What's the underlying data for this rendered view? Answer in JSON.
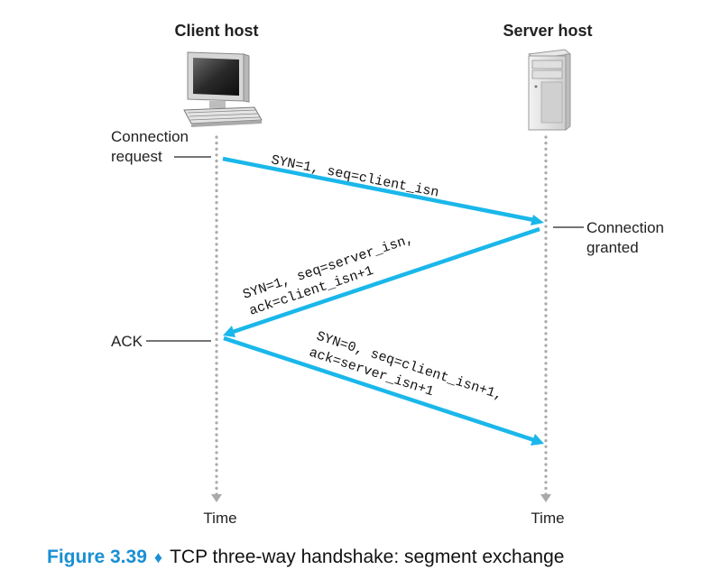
{
  "hosts": {
    "client_label": "Client host",
    "server_label": "Server host"
  },
  "annotations": {
    "connection_request_line1": "Connection",
    "connection_request_line2": "request",
    "connection_granted_line1": "Connection",
    "connection_granted_line2": "granted",
    "ack": "ACK"
  },
  "messages": {
    "syn": "SYN=1, seq=client_isn",
    "synack_line1": "SYN=1, seq=server_isn,",
    "synack_line2": "ack=client_isn+1",
    "ack_line1": "SYN=0, seq=client_isn+1,",
    "ack_line2": "ack=server_isn+1"
  },
  "time_labels": {
    "client": "Time",
    "server": "Time"
  },
  "caption": {
    "number": "Figure 3.39",
    "separator": "♦",
    "text": "TCP three-way handshake: segment exchange"
  },
  "colors": {
    "arrow": "#1ab7ea",
    "caption_accent": "#1a8fd4",
    "timeline_dots": "#aaaaaa"
  },
  "icons": {
    "client": "desktop-computer-icon",
    "server": "tower-server-icon"
  }
}
